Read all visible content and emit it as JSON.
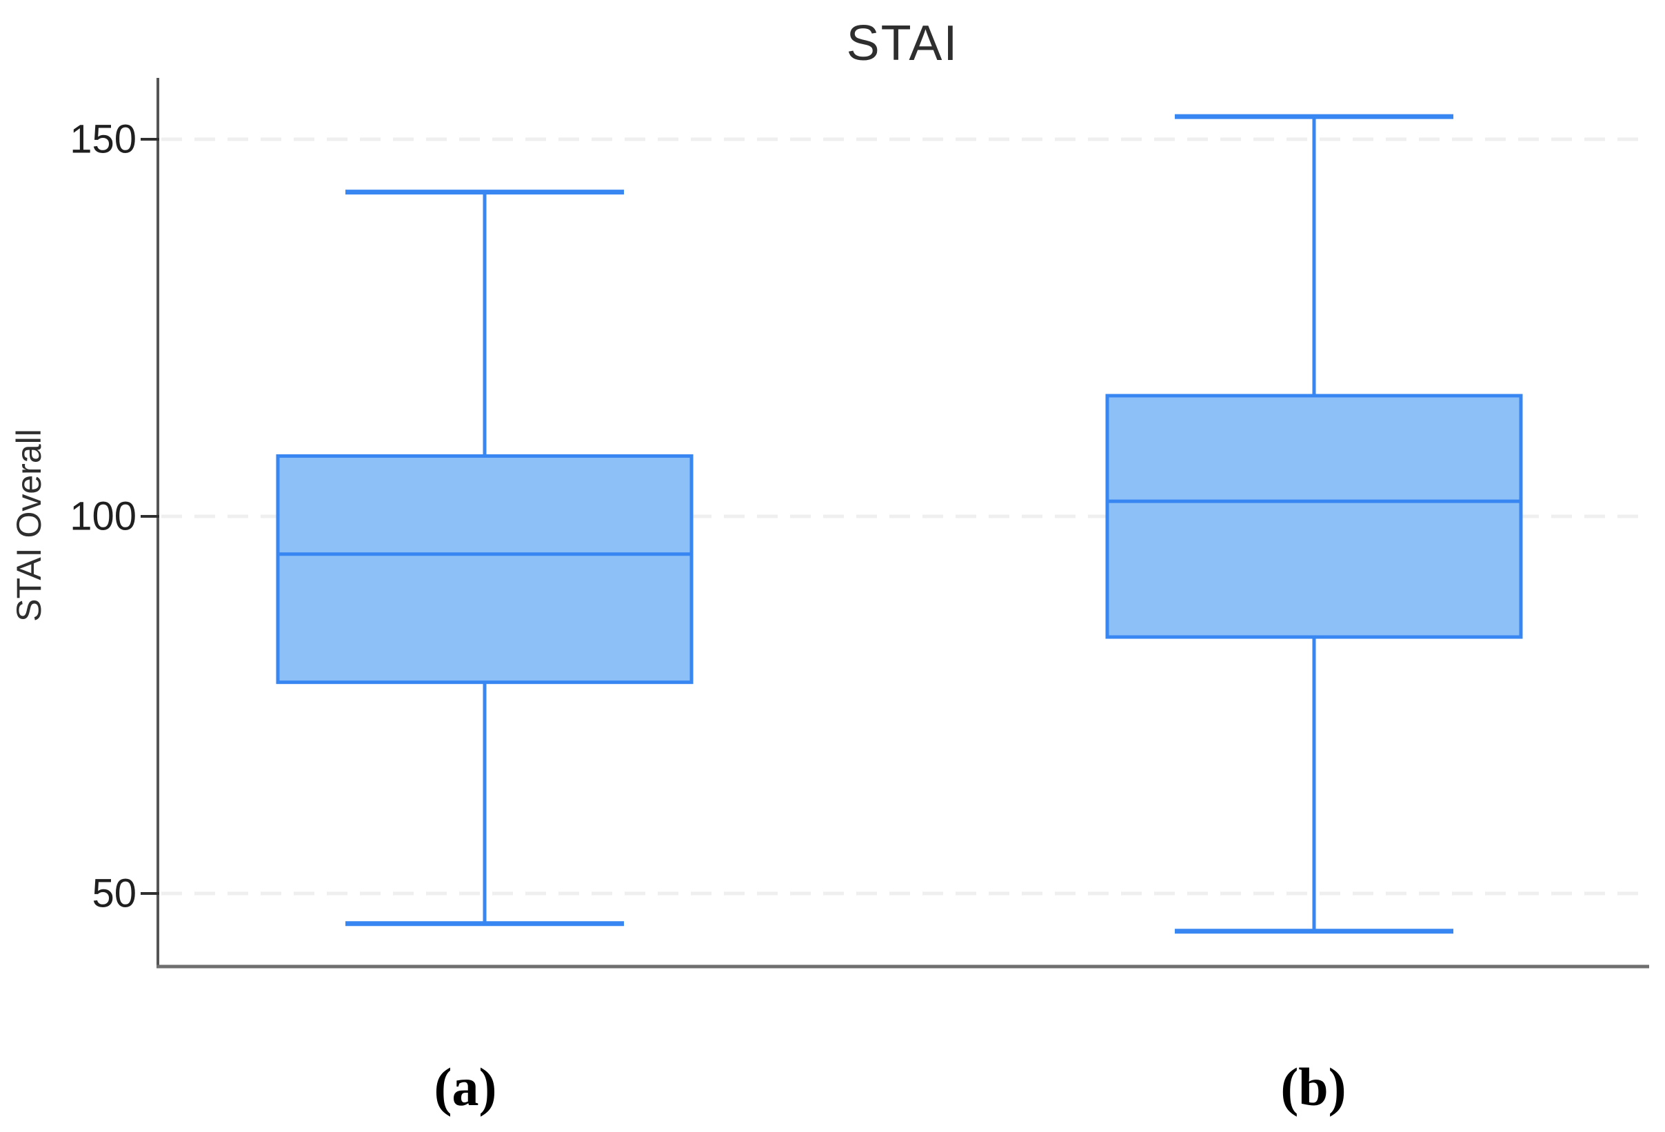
{
  "chart_data": {
    "type": "box",
    "title": "STAI",
    "ylabel": "STAI Overall",
    "categories": [
      "(a)",
      "(b)"
    ],
    "yticks": [
      50,
      100,
      150
    ],
    "ylim": [
      40.5,
      158
    ],
    "grid": "horizontal dashed lines at y ticks, legend none",
    "series": [
      {
        "name": "(a)",
        "whisker_low": 46,
        "q1": 78,
        "median": 95,
        "q3": 108,
        "whisker_high": 143
      },
      {
        "name": "(b)",
        "whisker_low": 45,
        "q1": 84,
        "median": 102,
        "q3": 116,
        "whisker_high": 153
      }
    ],
    "colors": {
      "box_fill": "#8DC0F7",
      "box_stroke": "#3886F2",
      "grid": "#EFEFEF",
      "y_axis": "#555555",
      "x_axis": "#6F6F6F",
      "tick_mark": "#2F2F2F"
    }
  }
}
